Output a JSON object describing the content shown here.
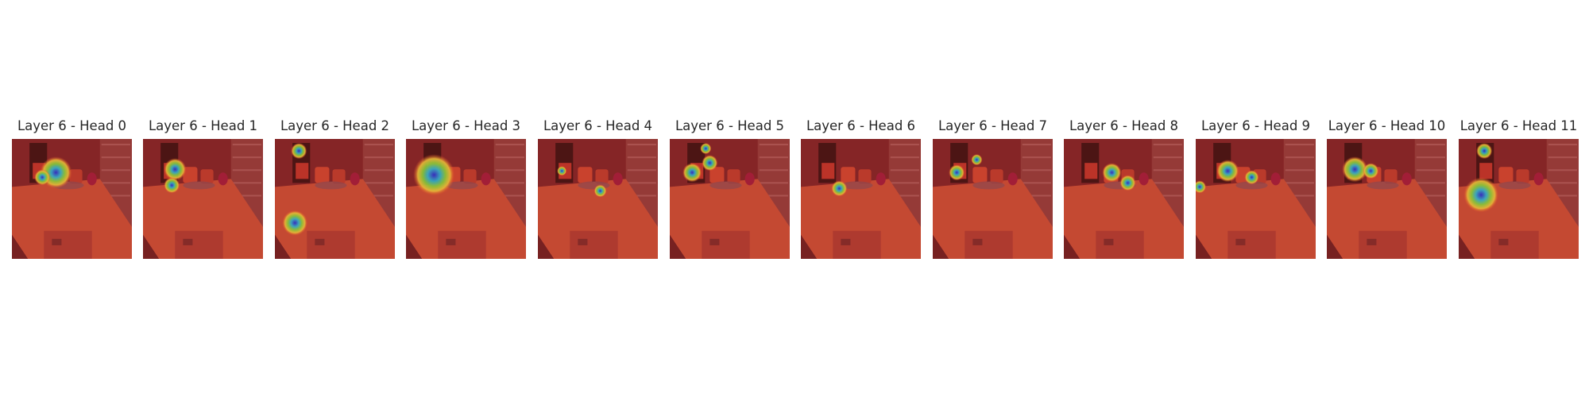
{
  "panels": [
    {
      "title": "Layer 6 - Head 0"
    },
    {
      "title": "Layer 6 - Head 1"
    },
    {
      "title": "Layer 6 - Head 2"
    },
    {
      "title": "Layer 6 - Head 3"
    },
    {
      "title": "Layer 6 - Head 4"
    },
    {
      "title": "Layer 6 - Head 5"
    },
    {
      "title": "Layer 6 - Head 6"
    },
    {
      "title": "Layer 6 - Head 7"
    },
    {
      "title": "Layer 6 - Head 8"
    },
    {
      "title": "Layer 6 - Head 9"
    },
    {
      "title": "Layer 6 - Head 10"
    },
    {
      "title": "Layer 6 - Head 11"
    }
  ]
}
